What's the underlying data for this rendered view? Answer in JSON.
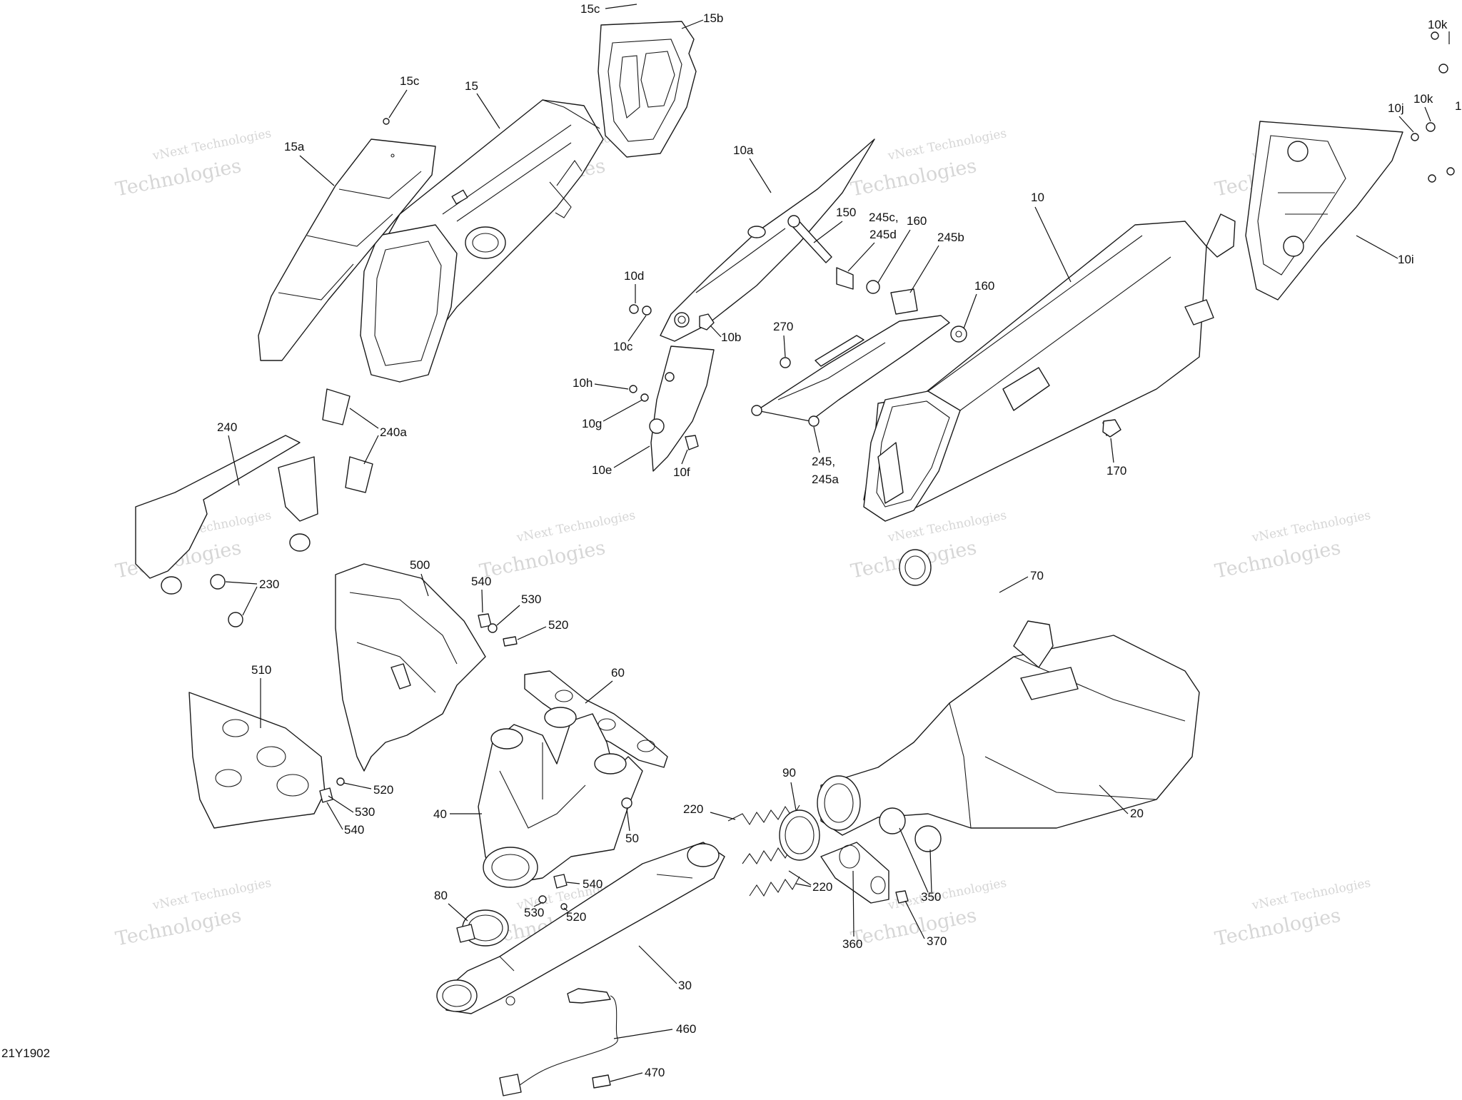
{
  "diagram": {
    "reference_code": "21Y1902",
    "watermark_line1": "vNext Technologies",
    "watermark_line2": "Technologies",
    "callouts": [
      "15c",
      "15b",
      "15c",
      "15",
      "15a",
      "10a",
      "150",
      "245c,",
      "245d",
      "160",
      "245b",
      "160",
      "10",
      "10k",
      "10k",
      "10j",
      "1",
      "10i",
      "10d",
      "10c",
      "10b",
      "270",
      "10h",
      "10g",
      "10e",
      "10f",
      "245,",
      "245a",
      "170",
      "240",
      "240a",
      "230",
      "500",
      "540",
      "530",
      "520",
      "70",
      "60",
      "510",
      "520",
      "530",
      "540",
      "40",
      "50",
      "90",
      "220",
      "20",
      "540",
      "530",
      "520",
      "80",
      "220",
      "350",
      "360",
      "370",
      "30",
      "460",
      "470"
    ]
  }
}
